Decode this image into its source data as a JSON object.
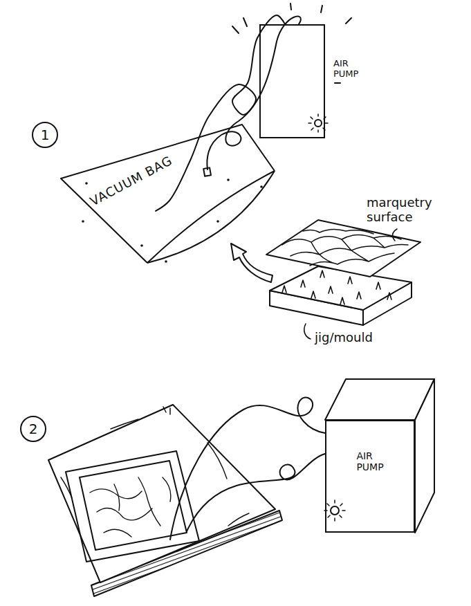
{
  "diagram": {
    "nodes": [
      {
        "text": [
          "1"
        ]
      },
      {
        "text": [
          "VACUUM BAG"
        ]
      },
      {
        "text": [
          "AIR PUMP"
        ]
      },
      {
        "text": [
          "2"
        ]
      },
      {
        "text": [
          "AIR PUMP"
        ]
      }
    ],
    "edges": [
      {
        "from": 2,
        "to": 1,
        "arrow": "none"
      }
    ],
    "labels": [
      "marquetry surface",
      "jig/mould"
    ]
  }
}
